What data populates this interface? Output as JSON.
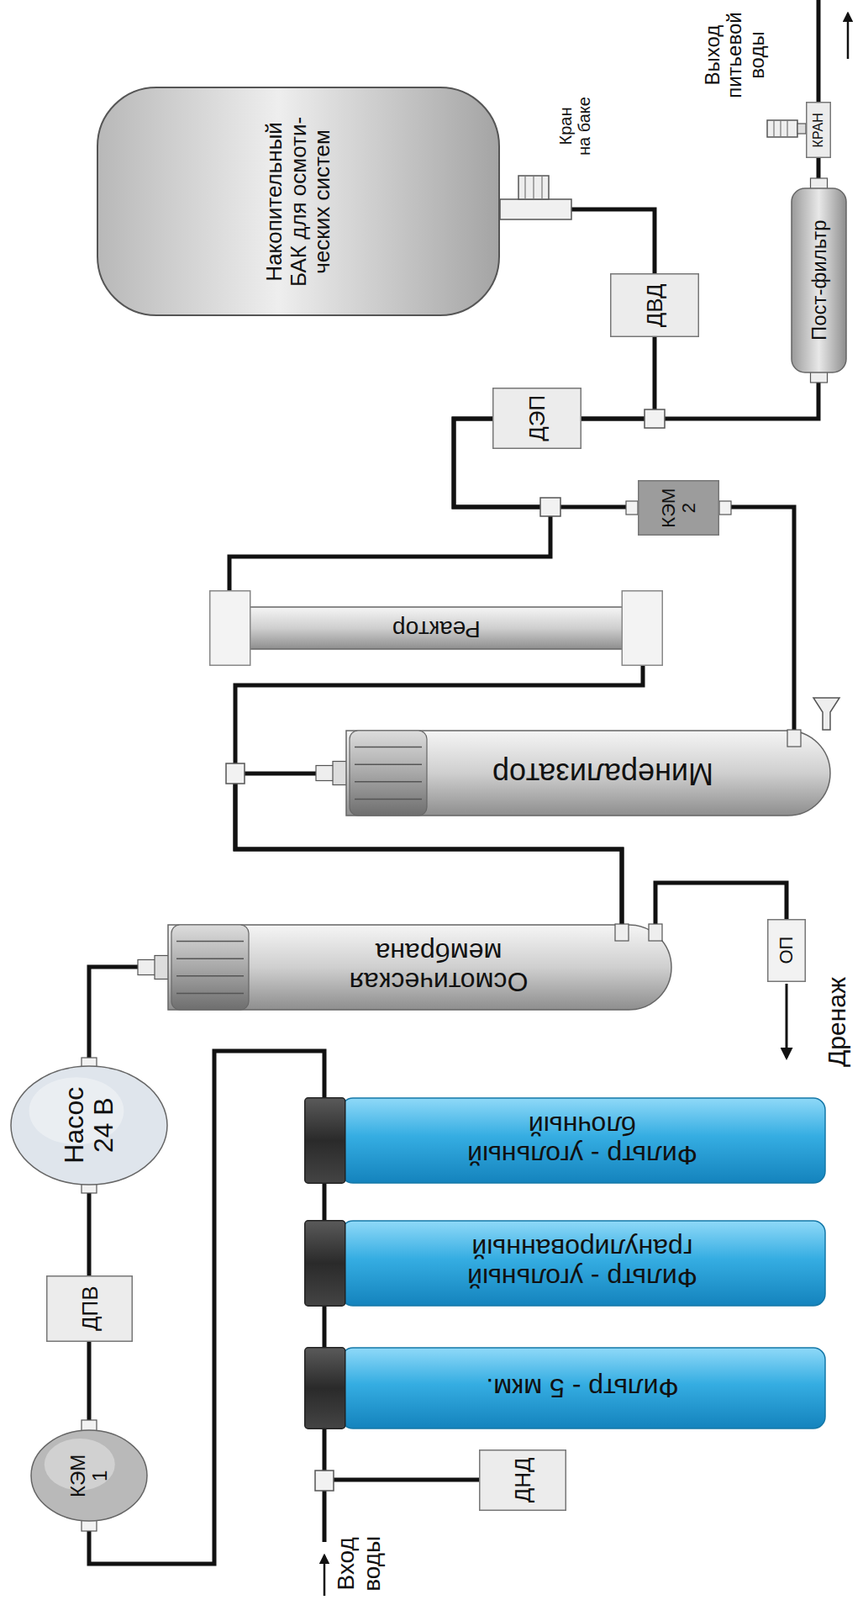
{
  "diagram": {
    "nodes": [
      {
        "text": [
          "Фильтр - 5 мкм."
        ]
      },
      {
        "text": [
          "Фильтр - угольный гранулированный"
        ]
      },
      {
        "text": [
          "Фильтр - угольный блочный"
        ]
      },
      {
        "text": [
          "ДНД"
        ]
      },
      {
        "text": [
          "КЭМ 1"
        ]
      },
      {
        "text": [
          "ДПВ"
        ]
      },
      {
        "text": [
          "Насос 24 В"
        ]
      },
      {
        "text": [
          "Осмотическая мембрана"
        ]
      },
      {
        "text": [
          "ОП"
        ]
      },
      {
        "text": [
          "Минерализатор"
        ]
      },
      {
        "text": [
          "Реактор"
        ]
      },
      {
        "text": [
          "КЭМ 2"
        ]
      },
      {
        "text": [
          "ДЭП"
        ]
      },
      {
        "text": [
          "ДВД"
        ]
      },
      {
        "text": [
          "Накопительный БАК для осмоти- ческих систем"
        ]
      },
      {
        "text": [
          "Пост-фильтр"
        ]
      },
      {
        "text": [
          "КРАН"
        ]
      }
    ],
    "edges": [
      {
        "from": 0,
        "to": 1,
        "arrow": "none"
      },
      {
        "from": 1,
        "to": 2,
        "arrow": "none"
      },
      {
        "from": 3,
        "to": 0,
        "arrow": "none"
      },
      {
        "from": 2,
        "to": 4,
        "arrow": "none"
      },
      {
        "from": 4,
        "to": 5,
        "arrow": "none"
      },
      {
        "from": 5,
        "to": 6,
        "arrow": "none"
      },
      {
        "from": 6,
        "to": 7,
        "arrow": "none"
      },
      {
        "from": 7,
        "to": 8,
        "arrow": "none"
      },
      {
        "from": 7,
        "to": 10,
        "arrow": "none"
      },
      {
        "from": 7,
        "to": 9,
        "arrow": "none"
      },
      {
        "from": 9,
        "to": 11,
        "arrow": "none"
      },
      {
        "from": 10,
        "to": 12,
        "arrow": "none"
      },
      {
        "from": 11,
        "to": 12,
        "arrow": "none"
      },
      {
        "from": 12,
        "to": 13,
        "arrow": "none"
      },
      {
        "from": 12,
        "to": 15,
        "arrow": "none"
      },
      {
        "from": 13,
        "to": 14,
        "arrow": "none"
      },
      {
        "from": 15,
        "to": 16,
        "arrow": "none"
      }
    ],
    "labels": [
      "Вход воды",
      "Дренаж",
      "Кран на баке",
      "Выход питьевой воды"
    ]
  }
}
